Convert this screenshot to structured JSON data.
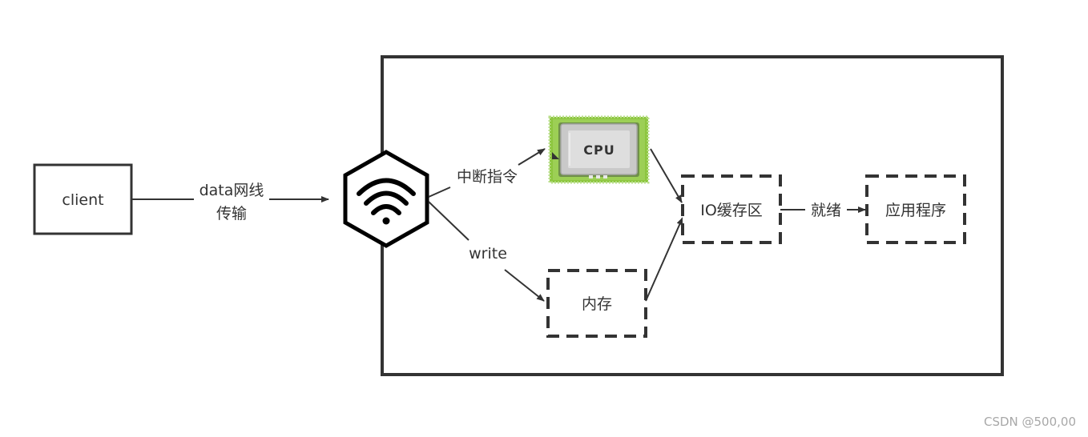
{
  "client": {
    "label": "client"
  },
  "link": {
    "line1": "data网线",
    "line2": "传输"
  },
  "interrupt": {
    "label": "中断指令"
  },
  "write": {
    "label": "write"
  },
  "cpu": {
    "label": "CPU"
  },
  "memory": {
    "label": "内存"
  },
  "io_buffer": {
    "label": "IO缓存区"
  },
  "ready": {
    "label": "就绪"
  },
  "application": {
    "label": "应用程序"
  },
  "watermark": {
    "text": "CSDN @500,00"
  },
  "colors": {
    "stroke": "#333333",
    "chip_green": "#8dc63f",
    "chip_grey": "#c9c9c9"
  },
  "icons": {
    "network": "wifi-hexagon-icon",
    "processor": "cpu-chip-icon"
  }
}
